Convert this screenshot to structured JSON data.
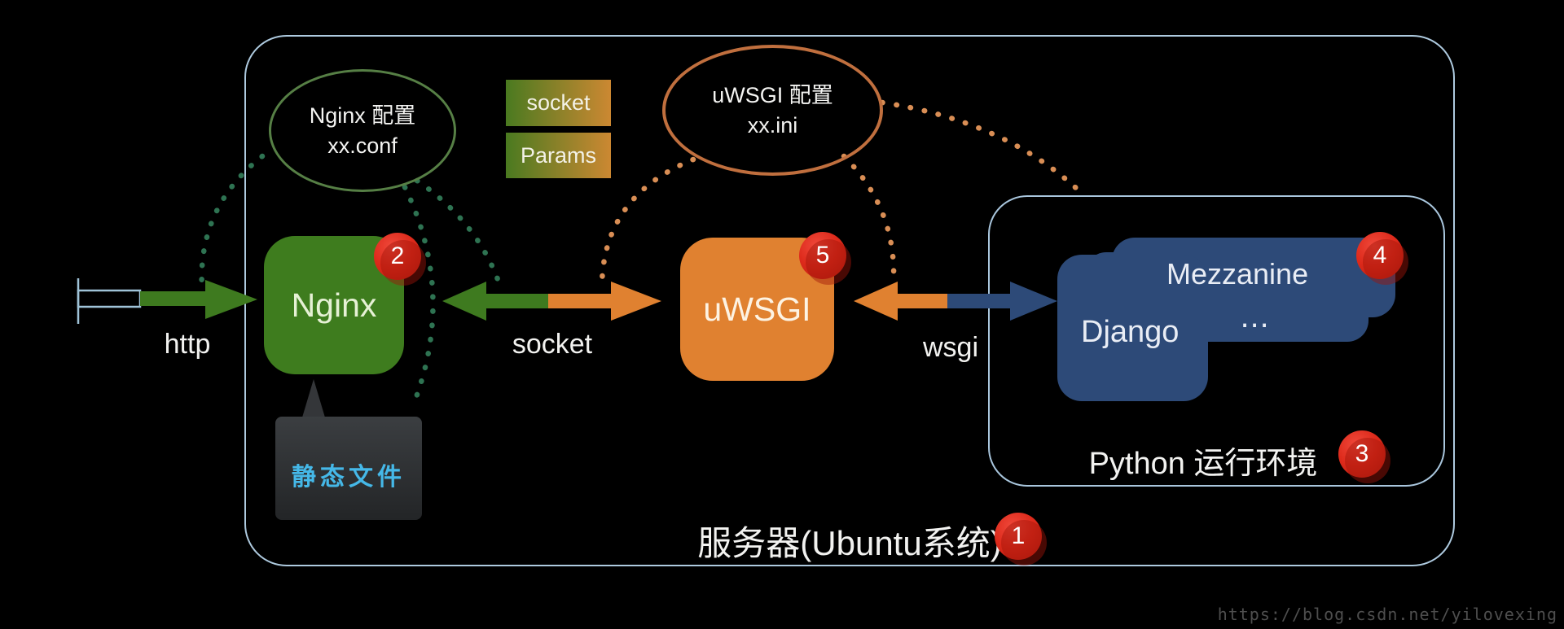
{
  "outer_box": {
    "label": "服务器(Ubuntu系统)",
    "badge": "1"
  },
  "python_env": {
    "label": "Python 运行环境",
    "badge": "3"
  },
  "nginx_config_ellipse": {
    "line1": "Nginx 配置",
    "line2": "xx.conf"
  },
  "uwsgi_config_ellipse": {
    "line1": "uWSGI 配置",
    "line2": "xx.ini"
  },
  "protocol_boxes": {
    "socket": "socket",
    "params": "Params"
  },
  "nodes": {
    "nginx": {
      "label": "Nginx",
      "badge": "2"
    },
    "uwsgi": {
      "label": "uWSGI",
      "badge": "5"
    },
    "static_files": {
      "label": "静态文件"
    },
    "django": {
      "label": "Django"
    },
    "mezzanine": {
      "label": "Mezzanine",
      "badge": "4"
    },
    "more_apps": {
      "label": "⋯"
    }
  },
  "edges": {
    "http": "http",
    "socket": "socket",
    "wsgi": "wsgi"
  },
  "watermark": "https://blog.csdn.net/yilovexing",
  "colors": {
    "background": "#000000",
    "container_border": "#aecadf",
    "nginx_green": "#3e7c1e",
    "uwsgi_orange": "#e08130",
    "django_blue": "#2d4a78",
    "badge_red": "#dd2a1b",
    "static_text_cyan": "#45b8e8",
    "config_ellipse_green": "#567f45",
    "config_ellipse_orange": "#c06f3e",
    "dotted_green": "#2e7352",
    "dotted_orange": "#d98e55"
  }
}
